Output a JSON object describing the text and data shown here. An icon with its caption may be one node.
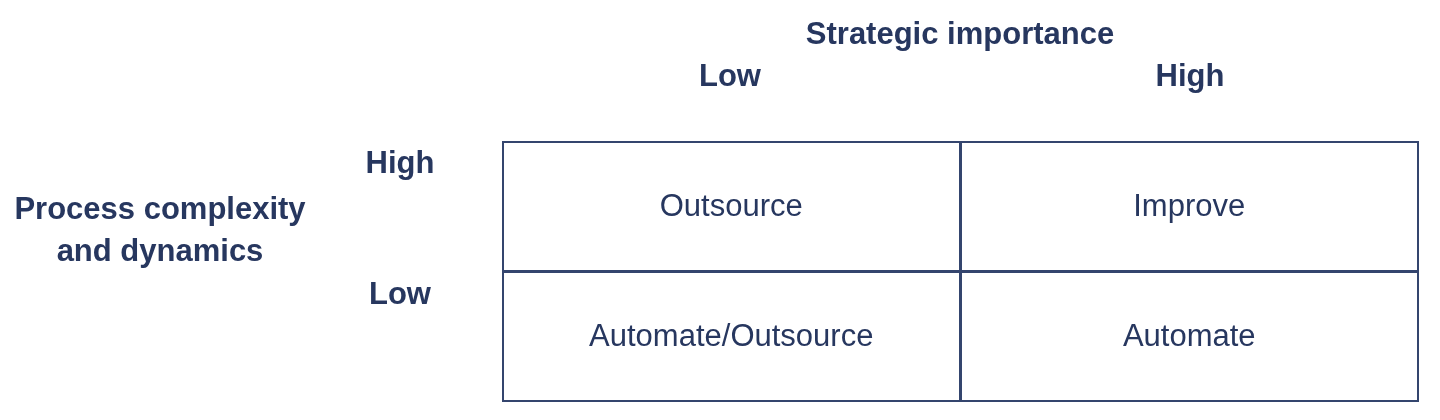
{
  "diagram": {
    "nodes": [
      {
        "text": [
          "Outsource"
        ]
      },
      {
        "text": [
          "Improve"
        ]
      },
      {
        "text": [
          "Automate/Outsource"
        ]
      },
      {
        "text": [
          "Automate"
        ]
      }
    ],
    "labels": [
      "Strategic importance",
      "Low",
      "High",
      "High",
      "Process complexity and dynamics",
      "Low"
    ]
  }
}
